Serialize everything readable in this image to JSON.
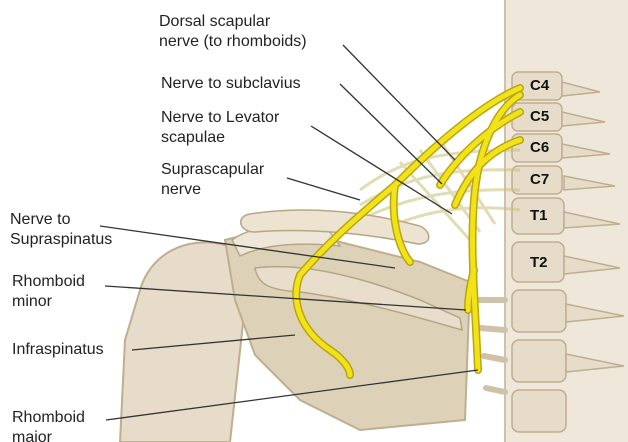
{
  "labels": {
    "dorsal_scapular": [
      "Dorsal scapular",
      "nerve (to rhomboids)"
    ],
    "nerve_subclavius": [
      "Nerve to subclavius"
    ],
    "nerve_levator": [
      "Nerve to Levator",
      "scapulae"
    ],
    "suprascapular": [
      "Suprascapular",
      "nerve"
    ],
    "nerve_supraspinatus": [
      "Nerve to",
      "Supraspinatus"
    ],
    "rhomboid_minor": [
      "Rhomboid",
      "minor"
    ],
    "infraspinatus": [
      "Infraspinatus"
    ],
    "rhomboid_major": [
      "Rhomboid",
      "major"
    ]
  },
  "vertebrae": [
    "C4",
    "C5",
    "C6",
    "C7",
    "T1",
    "T2"
  ],
  "colors": {
    "nerve": "#f2e21a",
    "nerve_outline": "#b9a60f",
    "bone": "#e6dcc9",
    "bone_shadow": "#c9baa0",
    "muscle_tint": "#d7cf86",
    "leader": "#333333"
  }
}
